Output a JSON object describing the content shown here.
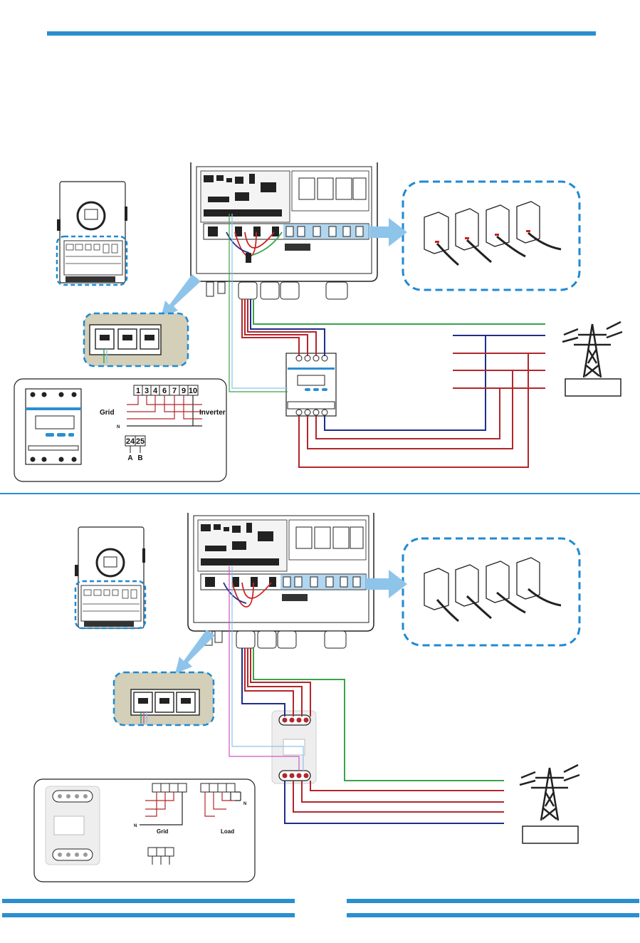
{
  "colors": {
    "accent_blue": "#2a8fcf",
    "dash_blue": "#1e8ad3",
    "wire_red": "#b3262b",
    "wire_blue": "#1e2d8c",
    "wire_green": "#3aa34a",
    "wire_magenta": "#d254c8",
    "wire_lightblue": "#8ec4ea",
    "panel_khaki": "#d3cfb8"
  },
  "top_section": {
    "meter_terminal_numbers": [
      "1",
      "3",
      "4",
      "6",
      "7",
      "9",
      "10"
    ],
    "grid_label": "Grid",
    "inverter_label": "Inverter",
    "n_label": "N",
    "rs485_terminals": [
      "24",
      "25"
    ],
    "rs485_letters": [
      "A",
      "B"
    ]
  },
  "bottom_section": {
    "n_label": "N",
    "grid_label": "Grid",
    "load_label": "Load"
  }
}
